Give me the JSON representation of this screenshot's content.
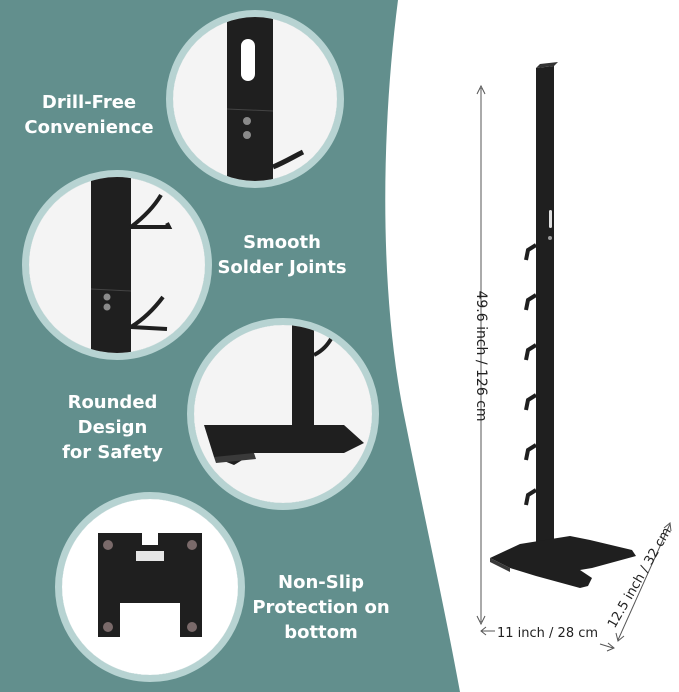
{
  "colors": {
    "panel": "#628f8d",
    "panel_edge": "#b7d3d2",
    "metal": "#1f1f1f",
    "text": "#ffffff"
  },
  "features": [
    {
      "lines": [
        "Drill-Free",
        "Convenience"
      ],
      "image": "pole-top-detail"
    },
    {
      "lines": [
        "Smooth",
        "Solder Joints"
      ],
      "image": "hooks-detail"
    },
    {
      "lines": [
        "Rounded",
        "Design",
        "for Safety"
      ],
      "image": "base-detail"
    },
    {
      "lines": [
        "Non-Slip",
        "Protection on",
        "bottom"
      ],
      "image": "base-bottom-detail"
    }
  ],
  "dimensions": {
    "height": "49.6 inch / 126 cm",
    "width": "11 inch / 28 cm",
    "depth": "12.5 inch / 32 cm"
  }
}
